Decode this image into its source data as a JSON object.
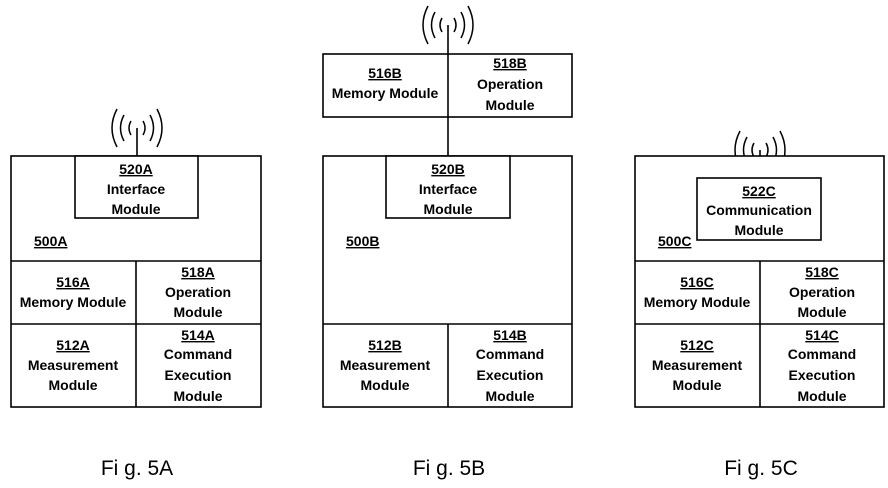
{
  "fig_5a": {
    "caption": "Fi g. 5A",
    "device_ref": "500A",
    "interface": {
      "ref": "520A",
      "line1": "Interface",
      "line2": "Module"
    },
    "memory": {
      "ref": "516A",
      "line1": "Memory Module"
    },
    "operation": {
      "ref": "518A",
      "line1": "Operation",
      "line2": "Module"
    },
    "measurement": {
      "ref": "512A",
      "line1": "Measurement",
      "line2": "Module"
    },
    "command": {
      "ref": "514A",
      "line1": "Command",
      "line2": "Execution",
      "line3": "Module"
    }
  },
  "fig_5b": {
    "caption": "Fi g. 5B",
    "device_ref": "500B",
    "memory": {
      "ref": "516B",
      "line1": "Memory Module"
    },
    "operation": {
      "ref": "518B",
      "line1": "Operation",
      "line2": "Module"
    },
    "interface": {
      "ref": "520B",
      "line1": "Interface",
      "line2": "Module"
    },
    "measurement": {
      "ref": "512B",
      "line1": "Measurement",
      "line2": "Module"
    },
    "command": {
      "ref": "514B",
      "line1": "Command",
      "line2": "Execution",
      "line3": "Module"
    }
  },
  "fig_5c": {
    "caption": "Fi g. 5C",
    "device_ref": "500C",
    "communication": {
      "ref": "522C",
      "line1": "Communication",
      "line2": "Module"
    },
    "memory": {
      "ref": "516C",
      "line1": "Memory Module"
    },
    "operation": {
      "ref": "518C",
      "line1": "Operation",
      "line2": "Module"
    },
    "measurement": {
      "ref": "512C",
      "line1": "Measurement",
      "line2": "Module"
    },
    "command": {
      "ref": "514C",
      "line1": "Command",
      "line2": "Execution",
      "line3": "Module"
    }
  }
}
